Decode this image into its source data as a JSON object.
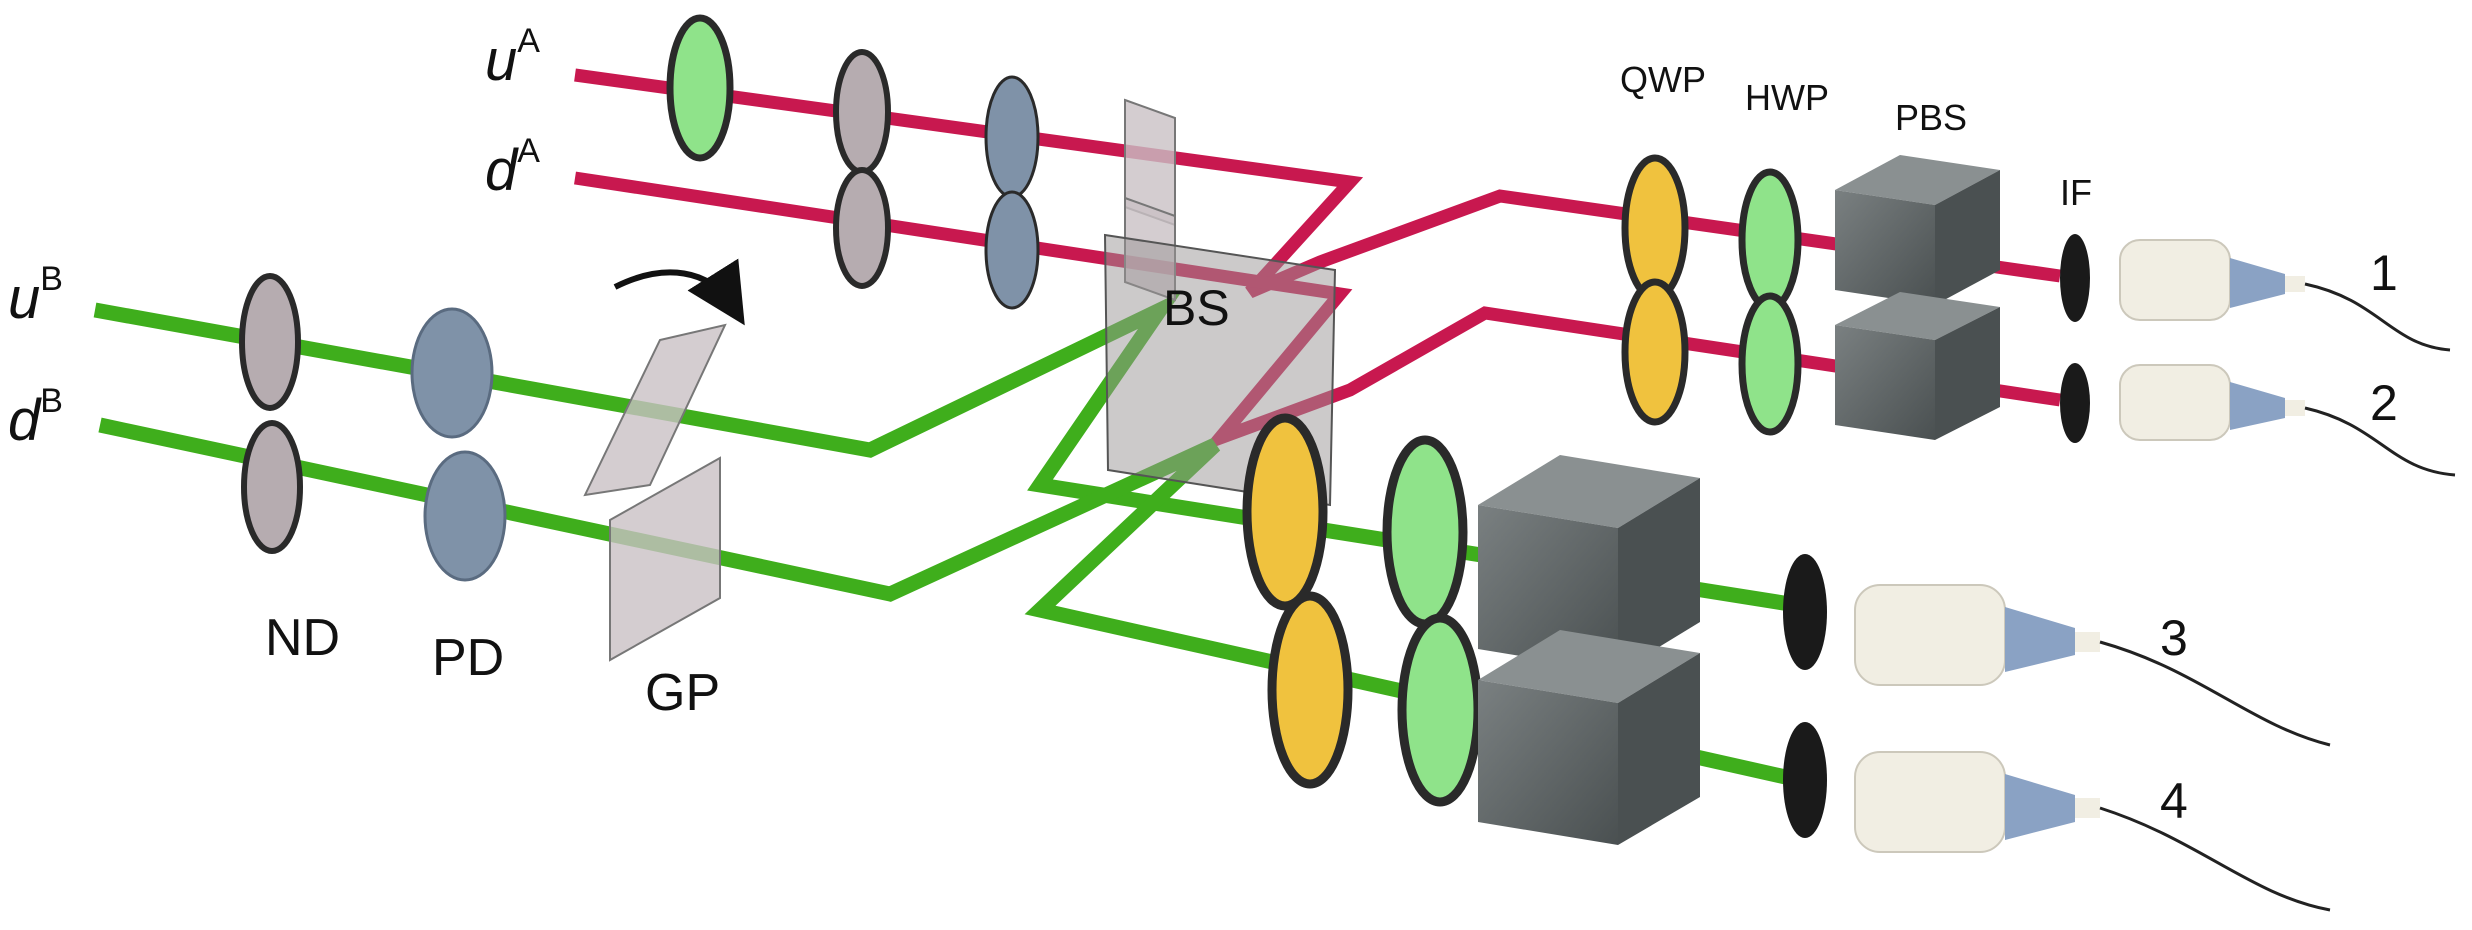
{
  "colors": {
    "beam_red": "#c8184f",
    "beam_green": "#3fae1c",
    "lens_gray": "#b6acb0",
    "lens_blue": "#7f92a8",
    "qwp_yellow": "#f0c23e",
    "hwp_green": "#8fe38a",
    "cube_gray": "#5c6263",
    "filter_black": "#1a1a1a",
    "fiber_white": "#f1eee3",
    "fiber_tip": "#8aa2c4"
  },
  "labels": {
    "uA": "u",
    "uA_sup": "A",
    "dA": "d",
    "dA_sup": "A",
    "uB": "u",
    "uB_sup": "B",
    "dB": "d",
    "dB_sup": "B",
    "nd": "ND",
    "pd": "PD",
    "gp": "GP",
    "bs": "BS",
    "qwp": "QWP",
    "hwp": "HWP",
    "pbs": "PBS",
    "if": "IF",
    "out1": "1",
    "out2": "2",
    "out3": "3",
    "out4": "4"
  }
}
